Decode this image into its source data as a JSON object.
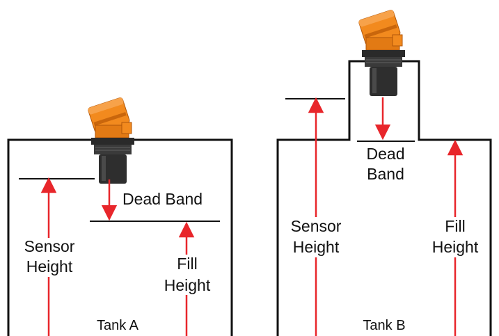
{
  "tank_a": {
    "name": "Tank A",
    "dead_band": "Dead Band",
    "sensor_height": [
      "Sensor",
      "Height"
    ],
    "fill_height": [
      "Fill",
      "Height"
    ]
  },
  "tank_b": {
    "name": "Tank B",
    "dead_band": [
      "Dead",
      "Band"
    ],
    "sensor_height": [
      "Sensor",
      "Height"
    ],
    "fill_height": [
      "Fill",
      "Height"
    ]
  },
  "colors": {
    "tank_outline": "#111111",
    "arrow": "#e8262b",
    "sensor_orange": "#f28a1e",
    "sensor_orange_dark": "#c9660c",
    "sensor_black": "#2a2a2a"
  }
}
